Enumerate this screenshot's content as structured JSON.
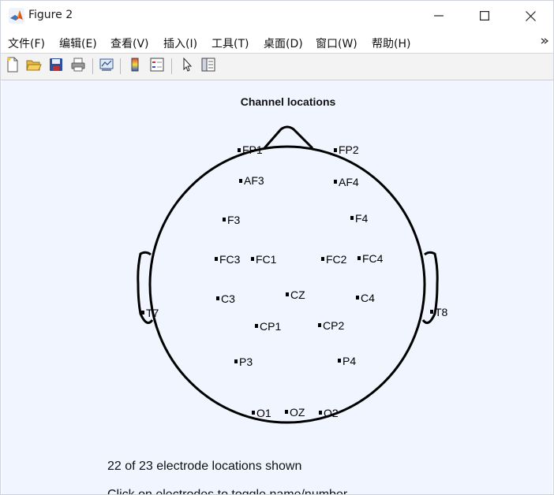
{
  "window": {
    "title": "Figure 2",
    "icon": "matlab-icon",
    "controls": [
      "minimize-icon",
      "maximize-icon",
      "close-icon"
    ]
  },
  "menubar": {
    "items": [
      {
        "label": "文件(F)"
      },
      {
        "label": "编辑(E)"
      },
      {
        "label": "查看(V)"
      },
      {
        "label": "插入(I)"
      },
      {
        "label": "工具(T)"
      },
      {
        "label": "桌面(D)"
      },
      {
        "label": "窗口(W)"
      },
      {
        "label": "帮助(H)"
      }
    ],
    "overflow_icon": "chevron-more-icon"
  },
  "toolbar": {
    "buttons": [
      "new-figure-icon",
      "open-file-icon",
      "save-icon",
      "print-icon",
      "link-plot-icon",
      "insert-colorbar-icon",
      "insert-legend-icon",
      "edit-plot-pointer-icon",
      "property-inspector-icon"
    ]
  },
  "figure": {
    "title": "Channel locations",
    "channels": {
      "FP1": "FP1",
      "FP2": "FP2",
      "AF3": "AF3",
      "AF4": "AF4",
      "F3": "F3",
      "F4": "F4",
      "FC3": "FC3",
      "FC1": "FC1",
      "FC2": "FC2",
      "FC4": "FC4",
      "T7": "T7",
      "C3": "C3",
      "CZ": "CZ",
      "C4": "C4",
      "T8": "T8",
      "CP1": "CP1",
      "CP2": "CP2",
      "P3": "P3",
      "P4": "P4",
      "O1": "O1",
      "OZ": "OZ",
      "O2": "O2"
    },
    "info_line1": "22 of 23 electrode locations shown",
    "info_line2": "Click on electrodes to toggle name/number"
  },
  "colors": {
    "figure_background": "#f0f5ff",
    "toolbar_background": "#f3f3f3",
    "head_outline": "#000000"
  }
}
